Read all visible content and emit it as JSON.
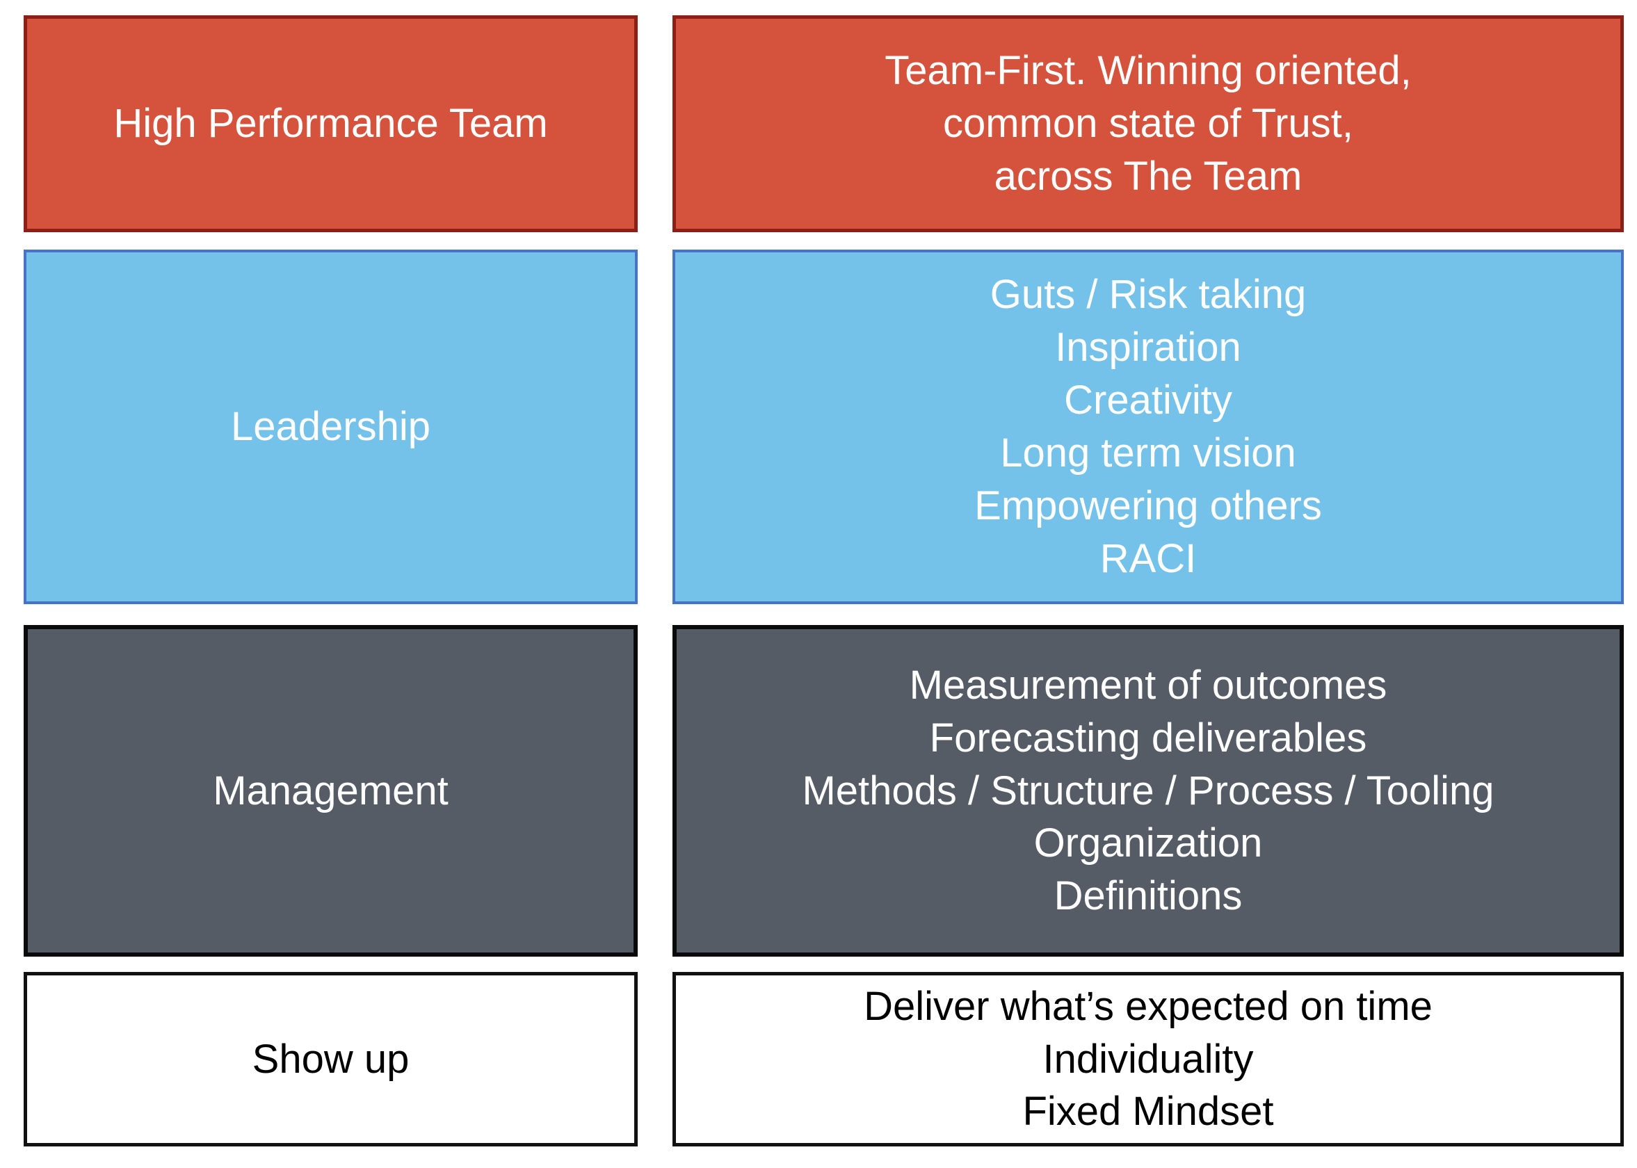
{
  "diagram": {
    "type": "maturity-ladder",
    "rows": [
      {
        "label": "High Performance Team",
        "details": "Team-First. Winning oriented,\ncommon state of Trust,\nacross The Team",
        "fill_color": "#D5533C",
        "border_color": "#8C2016",
        "text_color": "#FFFFFF"
      },
      {
        "label": "Leadership",
        "details": "Guts / Risk taking\nInspiration\nCreativity\nLong term vision\nEmpowering others\nRACI",
        "fill_color": "#74C2EA",
        "border_color": "#4673C8",
        "text_color": "#FFFFFF"
      },
      {
        "label": "Management",
        "details": "Measurement of outcomes\nForecasting deliverables\nMethods / Structure / Process / Tooling\nOrganization\nDefinitions",
        "fill_color": "#555C66",
        "border_color": "#0A0A0A",
        "text_color": "#FFFFFF"
      },
      {
        "label": "Show up",
        "details": "Deliver what’s expected on time\nIndividuality\nFixed Mindset",
        "fill_color": "#FFFFFF",
        "border_color": "#111111",
        "text_color": "#000000"
      }
    ]
  }
}
